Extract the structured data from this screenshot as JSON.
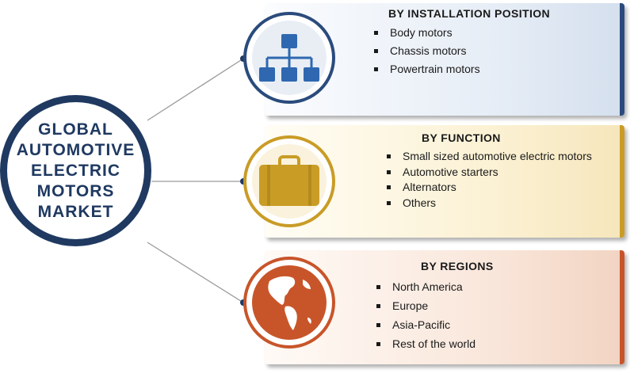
{
  "main": {
    "title": "GLOBAL AUTOMOTIVE ELECTRIC MOTORS MARKET"
  },
  "segments": [
    {
      "title": "BY INSTALLATION POSITION",
      "icon": "hierarchy-icon",
      "color": "#2a4b7c",
      "items": [
        "Body motors",
        "Chassis motors",
        "Powertrain motors"
      ]
    },
    {
      "title": "BY FUNCTION",
      "icon": "briefcase-icon",
      "color": "#c99c26",
      "items": [
        "Small sized automotive electric motors",
        "Automotive starters",
        "Alternators",
        "Others"
      ]
    },
    {
      "title": "BY REGIONS",
      "icon": "globe-icon",
      "color": "#c8552a",
      "items": [
        "North America",
        "Europe",
        "Asia-Pacific",
        "Rest of the world"
      ]
    }
  ]
}
